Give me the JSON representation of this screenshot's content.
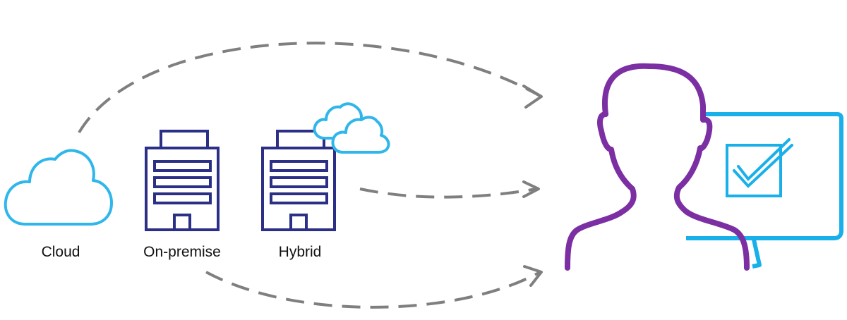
{
  "labels": {
    "cloud": "Cloud",
    "on_premise": "On-premise",
    "hybrid": "Hybrid"
  },
  "colors": {
    "cloud_blue": "#2fb6ea",
    "building_navy": "#2c2f86",
    "person_purple": "#7b2fa3",
    "monitor_blue": "#19b0ea",
    "arrow_gray": "#7f7f7f"
  },
  "icons": [
    "cloud-icon",
    "building-icon",
    "hybrid-building-icon",
    "hybrid-clouds-icon",
    "user-icon",
    "monitor-icon",
    "checkbox-check-icon"
  ]
}
